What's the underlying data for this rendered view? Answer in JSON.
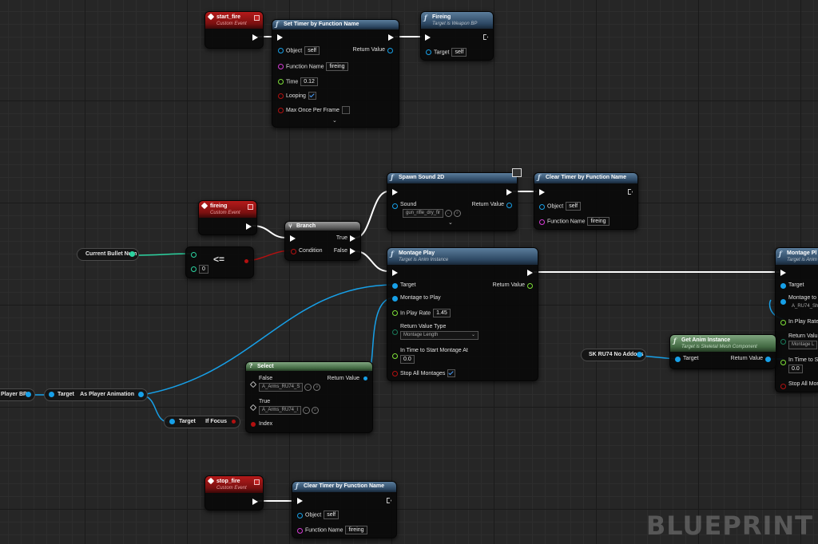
{
  "watermark": "BLUEPRINT",
  "nodes": {
    "start_fire": {
      "title": "start_fire",
      "subtitle": "Custom Event"
    },
    "set_timer": {
      "title": "Set Timer by Function Name",
      "return_label": "Return Value",
      "object_label": "Object",
      "object_value": "self",
      "function_label": "Function Name",
      "function_value": "fireing",
      "time_label": "Time",
      "time_value": "0.12",
      "looping_label": "Looping",
      "max_once_label": "Max Once Per Frame"
    },
    "fireing_call": {
      "title": "Fireing",
      "subtitle": "Target is Weapon BP",
      "target_label": "Target",
      "target_value": "self"
    },
    "fireing_event": {
      "title": "fireing",
      "subtitle": "Custom Event"
    },
    "spawn_sound": {
      "title": "Spawn Sound 2D",
      "sound_label": "Sound",
      "sound_value": "gun_rifle_dry_fir",
      "return_label": "Return Value"
    },
    "clear_timer_1": {
      "title": "Clear Timer by Function Name",
      "object_label": "Object",
      "object_value": "self",
      "function_label": "Function Name",
      "function_value": "fireing"
    },
    "branch": {
      "title": "Branch",
      "condition_label": "Condition",
      "true_label": "True",
      "false_label": "False"
    },
    "compare": {
      "operator": "<=",
      "value": "0"
    },
    "current_bullet": {
      "label": "Current Bullet Num"
    },
    "montage_play_1": {
      "title": "Montage Play",
      "subtitle": "Target is Anim Instance",
      "target_label": "Target",
      "montage_label": "Montage to Play",
      "rate_label": "In Play Rate",
      "rate_value": "1.45",
      "return_type_label": "Return Value Type",
      "return_type_value": "Montage Length",
      "start_at_label": "In Time to Start Montage At",
      "start_at_value": "0.0",
      "stop_all_label": "Stop All Montages",
      "return_label": "Return Value"
    },
    "montage_play_2": {
      "title": "Montage Pl",
      "subtitle": "Target is Anim",
      "target_label": "Target",
      "montage_label": "Montage to P",
      "montage_asset": "A_RU74_Sho",
      "rate_label": "In Play Rate",
      "return_type_label": "Return Valu",
      "return_type_value": "Montage L",
      "start_at_label": "In Time to St",
      "start_at_value": "0.0",
      "stop_all_label": "Stop All Mon"
    },
    "get_anim": {
      "title": "Get Anim Instance",
      "subtitle": "Target is Skeletal Mesh Component",
      "target_label": "Target",
      "return_label": "Return Value"
    },
    "sk_ru74": {
      "label": "SK RU74 No Addons"
    },
    "select": {
      "title": "Select",
      "false_label": "False",
      "false_value": "A_Arms_RU74_S",
      "true_label": "True",
      "true_value": "A_Arms_RU74_I",
      "index_label": "Index",
      "return_label": "Return Value"
    },
    "player_bp": {
      "label": "Player BP"
    },
    "as_player_anim": {
      "target_label": "Target",
      "output_label": "As Player Animation"
    },
    "if_focus": {
      "target_label": "Target",
      "output_label": "If Focus"
    },
    "stop_fire": {
      "title": "stop_fire",
      "subtitle": "Custom Event"
    },
    "clear_timer_2": {
      "title": "Clear Timer by Function Name",
      "object_label": "Object",
      "object_value": "self",
      "function_label": "Function Name",
      "function_value": "fireing"
    }
  },
  "colors": {
    "exec": "#ffffff",
    "object": "#17a0e8",
    "float": "#7ee038",
    "bool": "#b31010",
    "int": "#2cd3a0",
    "function_name": "#d63bd6"
  }
}
